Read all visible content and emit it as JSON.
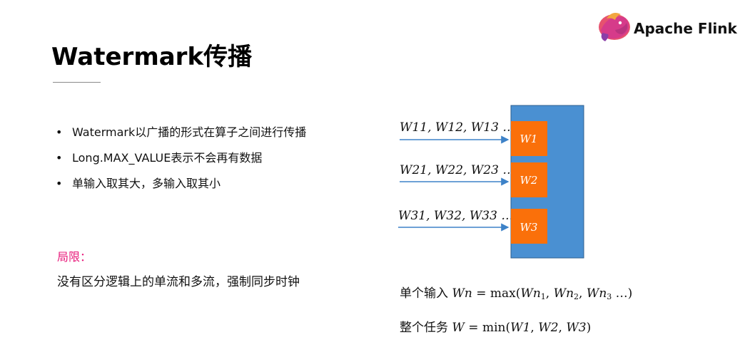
{
  "header": {
    "logo_text": "Apache Flink",
    "title": "Watermark传播"
  },
  "bullets": [
    "Watermark以广播的形式在算子之间进行传播",
    "Long.MAX_VALUE表示不会再有数据",
    "单输入取其大，多输入取其小"
  ],
  "limitation": {
    "title": "局限：",
    "text": "没有区分逻辑上的单流和多流，强制同步时钟"
  },
  "diagram": {
    "streams": [
      {
        "label": "W11, W12, W13 …",
        "box": "W1"
      },
      {
        "label": "W21, W22, W23 …",
        "box": "W2"
      },
      {
        "label": "W31, W32, W33 …",
        "box": "W3"
      }
    ],
    "colors": {
      "operator": "#4a90d2",
      "input": "#fa700a",
      "arrow": "#3d82c8",
      "limitation": "#e8197a"
    }
  },
  "formulas": {
    "single": {
      "prefix": "单个输入",
      "lhs": "Wn",
      "fn": "max",
      "args": [
        "Wn1",
        "Wn2",
        "Wn3"
      ],
      "tail": "…"
    },
    "task": {
      "prefix": "整个任务",
      "lhs": "W",
      "fn": "min",
      "args": [
        "W1",
        "W2",
        "W3"
      ]
    }
  }
}
